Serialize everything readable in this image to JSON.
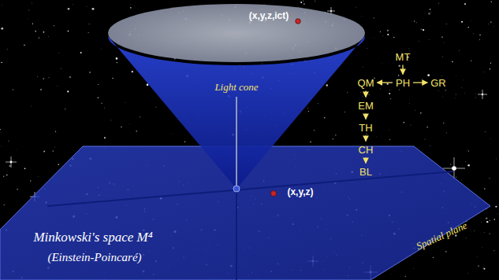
{
  "diagram": {
    "nodes": [
      {
        "text": [
          "MT"
        ]
      },
      {
        "text": [
          "PH"
        ]
      },
      {
        "text": [
          "QM"
        ]
      },
      {
        "text": [
          "GR"
        ]
      },
      {
        "text": [
          "EM"
        ]
      },
      {
        "text": [
          "TH"
        ]
      },
      {
        "text": [
          "CH"
        ]
      },
      {
        "text": [
          "BL"
        ]
      }
    ],
    "edges": [
      {
        "from": 0,
        "to": 1,
        "arrow": "to"
      },
      {
        "from": 1,
        "to": 2,
        "arrow": "to"
      },
      {
        "from": 1,
        "to": 3,
        "arrow": "to"
      },
      {
        "from": 2,
        "to": 4,
        "arrow": "to"
      },
      {
        "from": 4,
        "to": 5,
        "arrow": "to"
      },
      {
        "from": 5,
        "to": 6,
        "arrow": "to"
      },
      {
        "from": 6,
        "to": 7,
        "arrow": "to"
      }
    ],
    "labels": [
      "(x,y,z,ict)",
      "Light cone",
      "(x,y,z)",
      "Spatial plane",
      "Minkowski's space M⁴",
      "(Einstein-Poincaré)"
    ]
  }
}
